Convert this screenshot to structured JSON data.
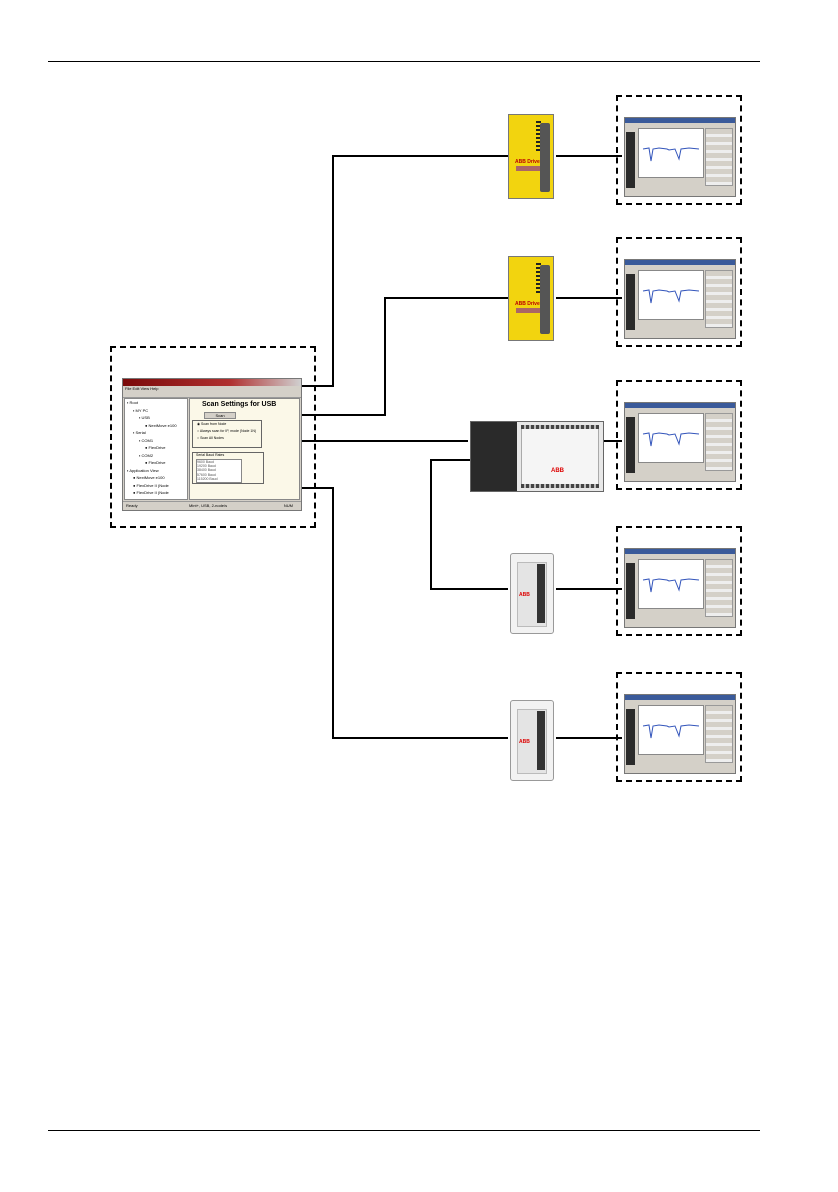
{
  "software_window": {
    "title": "Mint WorkBench",
    "menu": "File  Edit  View  Help",
    "panel_title": "Scan Settings for USB",
    "scan_button": "Scan",
    "tree": [
      {
        "label": "Root",
        "level": 0
      },
      {
        "label": "MY PC",
        "level": 1
      },
      {
        "label": "USB",
        "level": 2
      },
      {
        "label": "NextMove e100",
        "level": 3
      },
      {
        "label": "Serial",
        "level": 1
      },
      {
        "label": "COM1",
        "level": 2
      },
      {
        "label": "FlexDrive",
        "level": 3
      },
      {
        "label": "COM2",
        "level": 2
      },
      {
        "label": "FlexDrive",
        "level": 3
      },
      {
        "label": "Application View",
        "level": 0
      },
      {
        "label": "NextMove e100",
        "level": 1
      },
      {
        "label": "FlexDrive II (Node",
        "level": 1
      },
      {
        "label": "FlexDrive II (Node",
        "level": 1
      }
    ],
    "options": [
      "Scan from Node",
      "Always scan for IP, mode (Node 1N)",
      "Scan All Nodes"
    ],
    "baud_group": "Serial Baud Rates",
    "baud_rates": [
      "9600 Baud",
      "19200 Baud",
      "38400 Baud",
      "57600 Baud",
      "115200 Baud"
    ],
    "status_left": "Ready",
    "status_mid": "Mint+, USB, 2-node/s",
    "status_right": "NUM"
  },
  "yellow_drive": {
    "brand": "ABB Drive"
  },
  "white_drive": {
    "brand": "ABB"
  },
  "plc": {
    "brand": "ABB"
  }
}
